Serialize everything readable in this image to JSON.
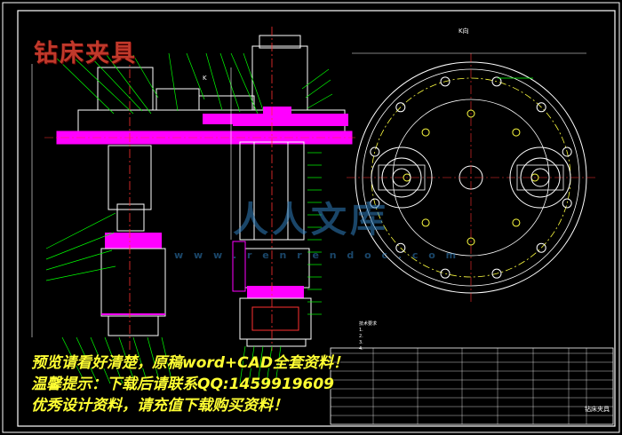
{
  "drawing": {
    "title_stamp": "钻床夹具",
    "view_label_k": "K",
    "view_label_k2": "K向",
    "title_block_name": "钻床夹具",
    "tech_notes": [
      "技术要求",
      "1.",
      "2.",
      "3.",
      "4."
    ]
  },
  "watermark": {
    "logo_text": "人人文库",
    "url_text": "w w w . r e n r e n d o c . c o m"
  },
  "overlay": {
    "line1": "预览请看好清楚，原稿word+CAD全套资料！",
    "line2": "温馨提示：下载后请联系QQ:1459919609",
    "line3": "优秀设计资料，请充值下载购买资料！"
  },
  "colors": {
    "background": "#000000",
    "outline": "#ffffff",
    "section": "#ff00ff",
    "centerline": "#ff3030",
    "leader": "#00ff00",
    "circle": "#ffff40",
    "overlay_line1": "#ffff33",
    "overlay_line2": "#ffff33",
    "overlay_line3": "#ffff33",
    "stamp": "#c0392b",
    "watermark": "#2f7fc0"
  }
}
